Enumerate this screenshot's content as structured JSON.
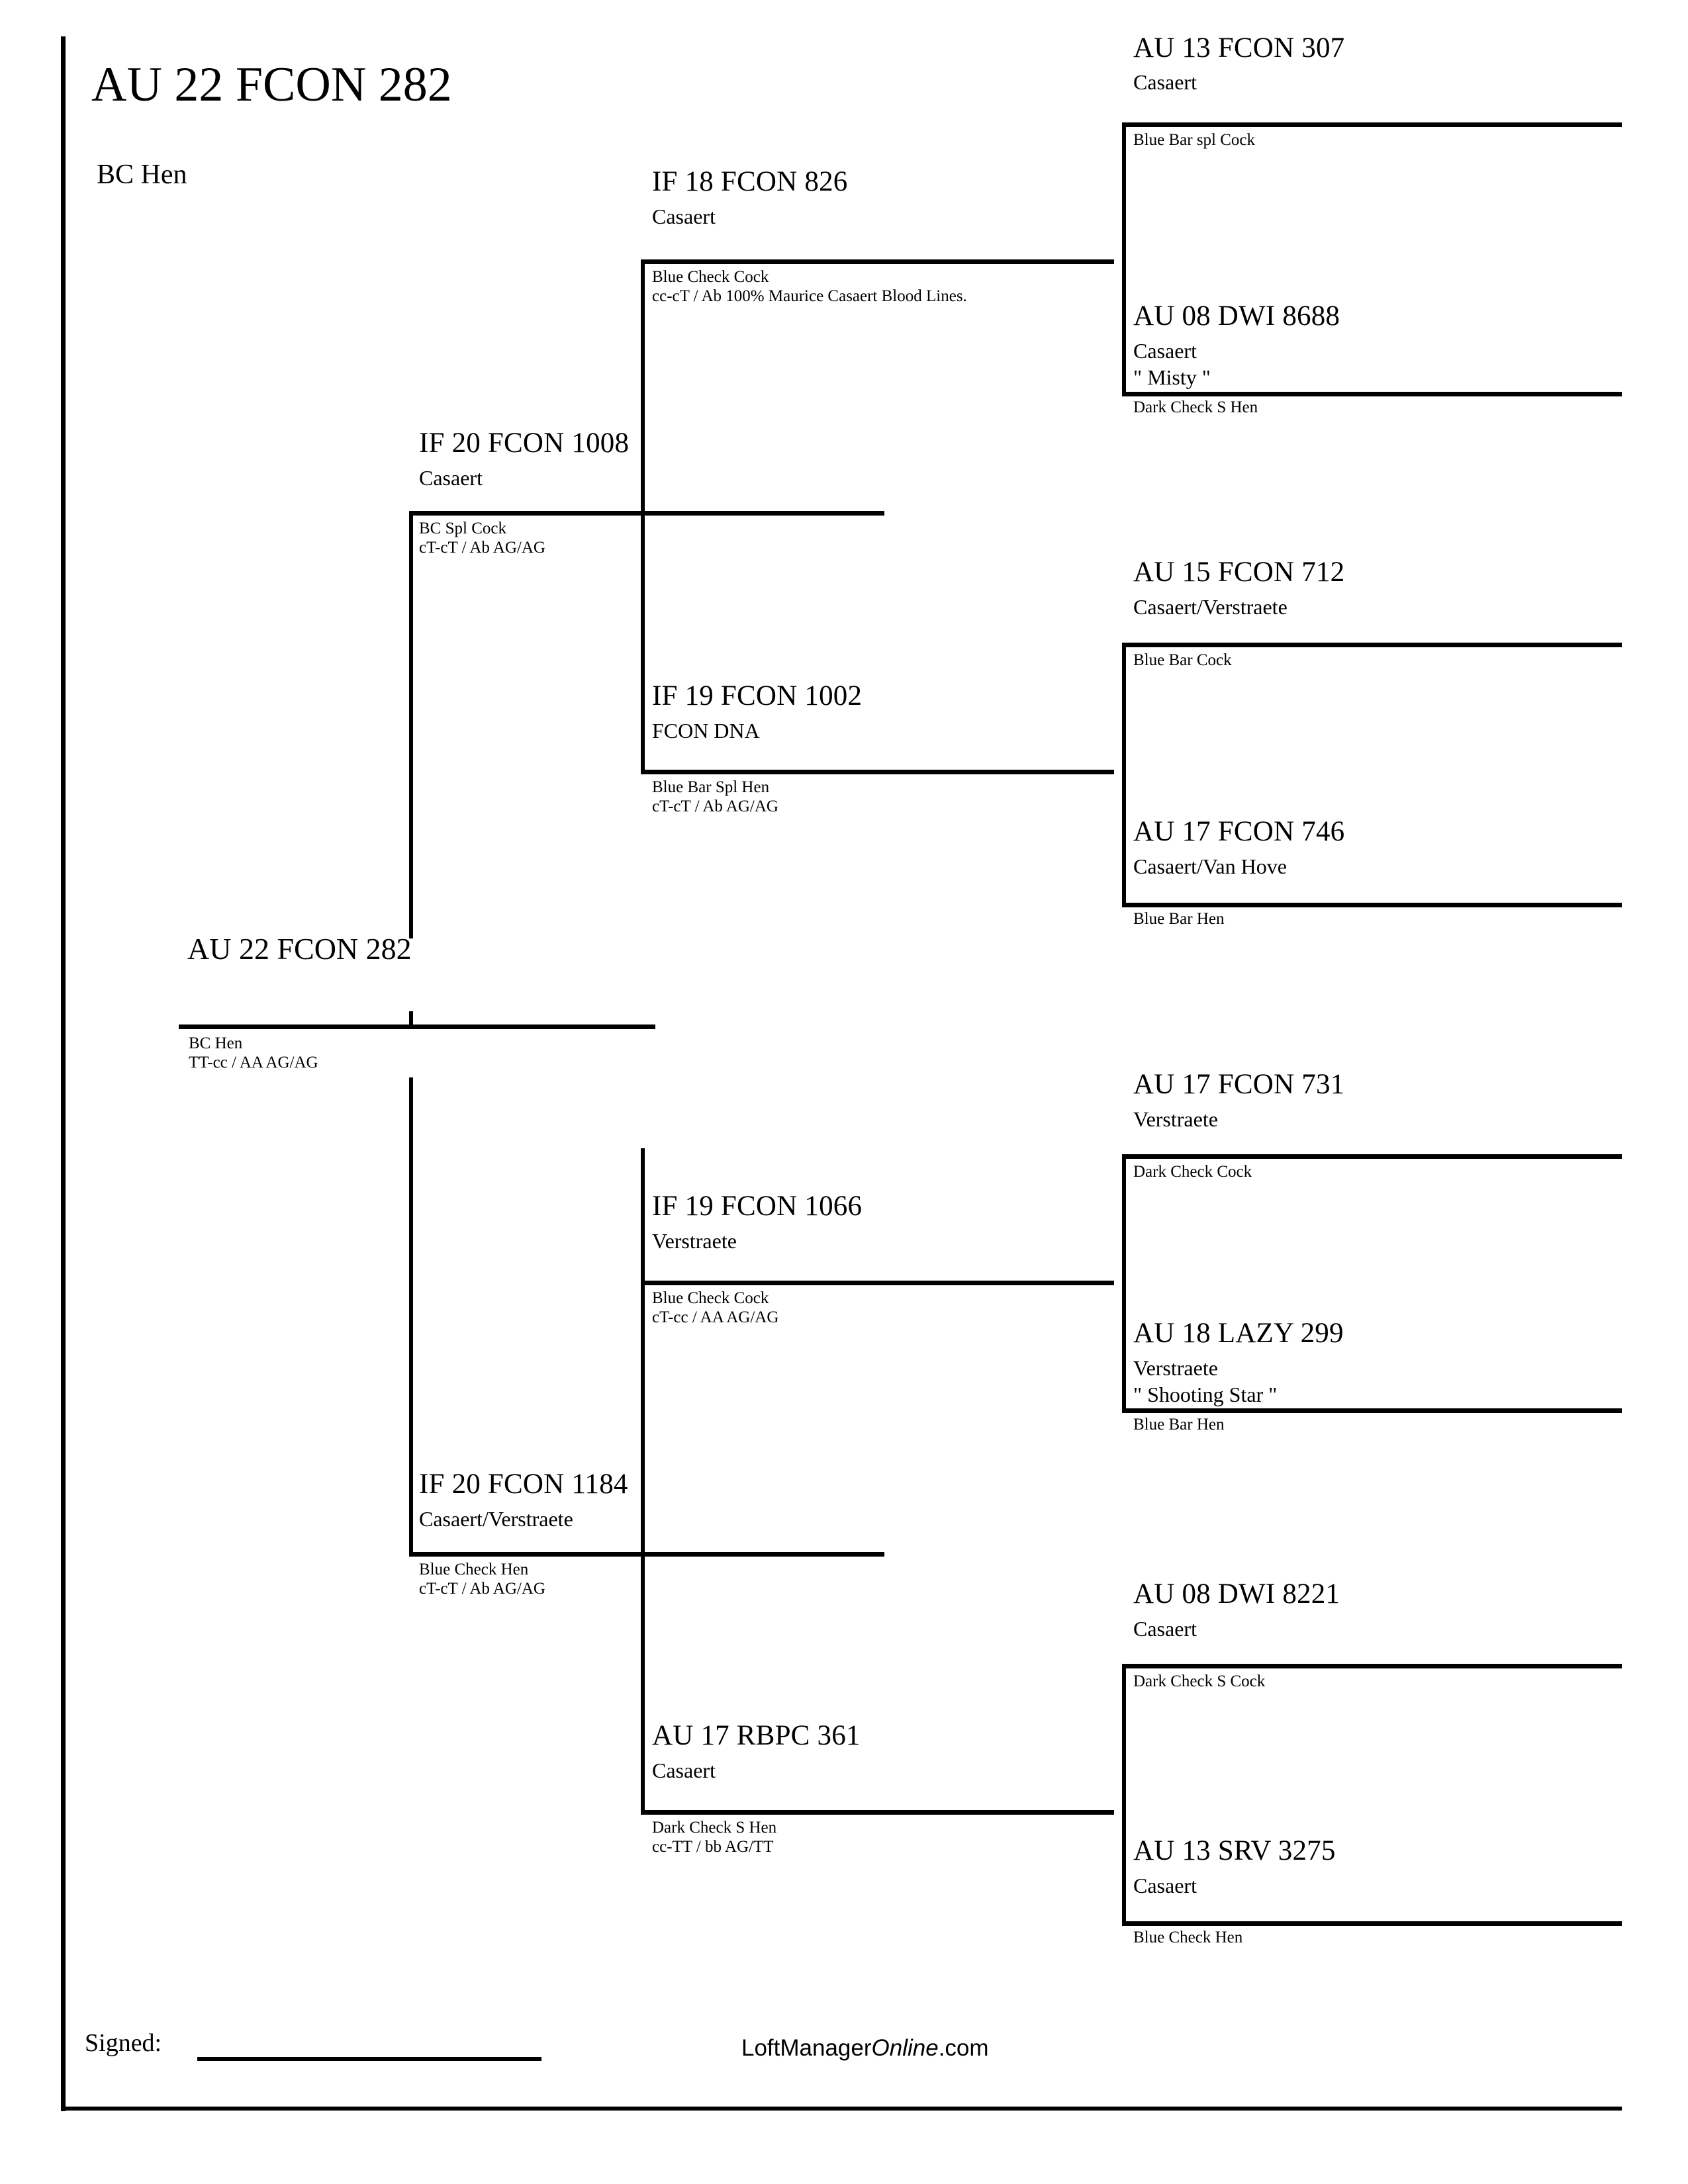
{
  "document": {
    "type": "pigeon-pedigree-chart",
    "title": "AU 22 FCON 282",
    "subtitle": "BC Hen"
  },
  "subject": {
    "name": "AU 22 FCON 282",
    "color_sex": "BC Hen",
    "genetics": "TT-cc / AA  AG/AG"
  },
  "generation2": {
    "sire": {
      "name": "IF 20 FCON 1008",
      "breeder": "Casaert",
      "color_sex": "BC Spl Cock",
      "genetics": "cT-cT / Ab  AG/AG"
    },
    "dam": {
      "name": "IF 20 FCON 1184",
      "breeder": "Casaert/Verstraete",
      "color_sex": "Blue Check Hen",
      "genetics": "cT-cT / Ab  AG/AG"
    }
  },
  "generation3": {
    "sire_sire": {
      "name": "IF 18 FCON 826",
      "breeder": "Casaert",
      "color_sex": "Blue Check Cock",
      "genetics": "cc-cT / Ab  100% Maurice Casaert Blood Lines."
    },
    "sire_dam": {
      "name": "IF 19 FCON 1002",
      "breeder": "FCON DNA",
      "color_sex": "Blue Bar Spl Hen",
      "genetics": "cT-cT / Ab AG/AG"
    },
    "dam_sire": {
      "name": "IF 19 FCON 1066",
      "breeder": "Verstraete",
      "color_sex": "Blue Check Cock",
      "genetics": "cT-cc / AA  AG/AG"
    },
    "dam_dam": {
      "name": "AU 17 RBPC 361",
      "breeder": "Casaert",
      "color_sex": "Dark Check S Hen",
      "genetics": "cc-TT / bb  AG/TT"
    }
  },
  "generation4": [
    {
      "name": "AU 13 FCON 307",
      "breeder": "Casaert",
      "nickname": "",
      "color_sex": "Blue Bar spl Cock"
    },
    {
      "name": "AU 08 DWI 8688",
      "breeder": "Casaert",
      "nickname": "\" Misty \"",
      "color_sex": "Dark Check S Hen"
    },
    {
      "name": "AU 15 FCON 712",
      "breeder": "Casaert/Verstraete",
      "nickname": "",
      "color_sex": "Blue Bar Cock"
    },
    {
      "name": "AU 17 FCON 746",
      "breeder": "Casaert/Van Hove",
      "nickname": "",
      "color_sex": "Blue Bar Hen"
    },
    {
      "name": "AU 17 FCON 731",
      "breeder": "Verstraete",
      "nickname": "",
      "color_sex": "Dark Check Cock"
    },
    {
      "name": "AU 18 LAZY 299",
      "breeder": "Verstraete",
      "nickname": "\" Shooting Star \"",
      "color_sex": "Blue Bar Hen"
    },
    {
      "name": "AU 08 DWI 8221",
      "breeder": "Casaert",
      "nickname": "",
      "color_sex": "Dark Check S Cock"
    },
    {
      "name": "AU 13 SRV 3275",
      "breeder": "Casaert",
      "nickname": "",
      "color_sex": "Blue Check Hen"
    }
  ],
  "footer": {
    "signed_label": "Signed:",
    "brand_prefix": "LoftManager",
    "brand_italic": "Online",
    "brand_suffix": ".com"
  }
}
